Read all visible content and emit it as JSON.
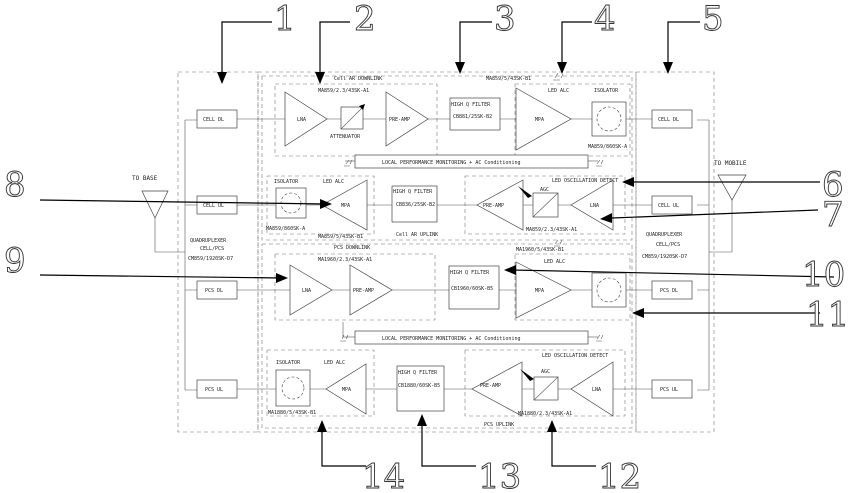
{
  "callouts": [
    "1",
    "2",
    "3",
    "4",
    "5",
    "6",
    "7",
    "8",
    "9",
    "10",
    "11",
    "12",
    "13",
    "14"
  ],
  "side": {
    "to_base": "TO BASE",
    "to_mobile": "TO MOBILE",
    "quad_left": [
      "QUADRUPLEXER",
      "CELL/PCS",
      "CM859/1920SK-D7"
    ],
    "quad_right": [
      "QUADRUPLEXER",
      "CELL/PCS",
      "CM859/1920SK-D7"
    ],
    "cell_dl": "CELL DL",
    "cell_ul": "CELL UL",
    "pcs_dl": "PCS DL",
    "pcs_ul": "PCS UL"
  },
  "cell_downlink": {
    "title": "Cell AR DOWNLINK",
    "attn_part": "MA859/2.3/43SK-A1",
    "lna": "LNA",
    "attenuator": "ATTENUATOR",
    "preamp": "PRE-AMP",
    "filter": "HIGH Q FILTER",
    "filter_part": "CB881/25SK-B2",
    "mpa_part": "MA859/5/43SK-B1",
    "mpa": "MPA",
    "led_alc": "LED ALC",
    "isolator": "ISOLATOR",
    "isolator_part": "MA859/860SK-A"
  },
  "monitor_1": "LOCAL PERFORMANCE MONITORING + AC Conditioning",
  "cell_uplink": {
    "title": "Cell AR UPLINK",
    "isolator": "ISOLATOR",
    "isolator_part": "MA859/860SK-A",
    "led_alc": "LED ALC",
    "mpa": "MPA",
    "mpa_part": "MA859/5/43SK-B1",
    "filter": "HIGH Q FILTER",
    "filter_part": "CB836/25SK-B2",
    "preamp": "PRE-AMP",
    "agc": "AGC",
    "lna": "LNA",
    "led_osc": "LED OSCILLATION DETECT",
    "agc_part": "MA859/2.3/43SK-A1"
  },
  "pcs_downlink": {
    "title": "PCS DOWNLINK",
    "lna_part": "MA1960/2.3/43SK-A1",
    "lna": "LNA",
    "preamp": "PRE-AMP",
    "filter": "HIGH Q FILTER",
    "filter_part": "CB1960/60SK-B5",
    "mpa_part": "MA1960/5/43SK-B1",
    "led_alc": "LED ALC",
    "mpa": "MPA"
  },
  "monitor_2": "LOCAL PERFORMANCE MONITORING + AC Conditioning",
  "pcs_uplink": {
    "title": "PCS UPLINK",
    "isolator": "ISOLATOR",
    "led_alc": "LED ALC",
    "mpa": "MPA",
    "mpa_part": "MA1880/5/43SK-B1",
    "filter": "HIGH Q FILTER",
    "filter_part": "CB1880/60SK-B5",
    "preamp": "PRE-AMP",
    "agc": "AGC",
    "lna": "LNA",
    "led_osc": "LED OSCILLATION DETECT",
    "agc_part": "MA1880/2.3/43SK-A1"
  }
}
